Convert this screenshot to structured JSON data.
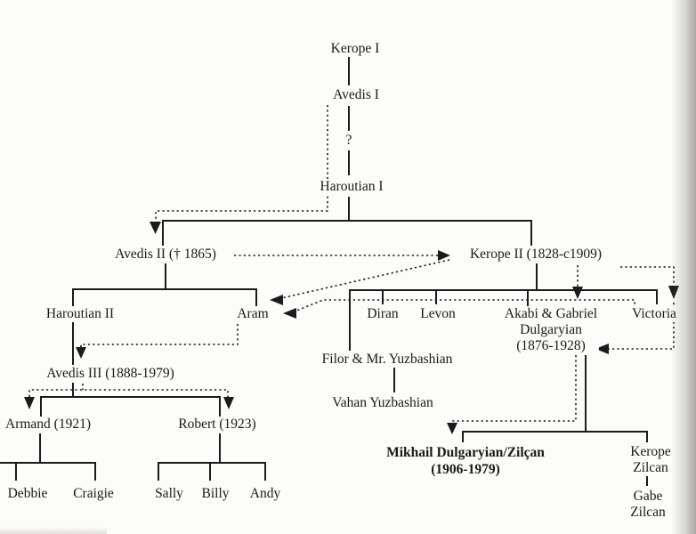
{
  "colors": {
    "ink": "#1b1b1b",
    "paper": "#fcfcfa",
    "scan_edge_gray": "#69605c"
  },
  "nodes": {
    "kerope1": {
      "label": "Kerope I"
    },
    "avedis1": {
      "label": "Avedis I"
    },
    "unknown": {
      "label": "?"
    },
    "haroutian1": {
      "label": "Haroutian I"
    },
    "avedis2": {
      "label": "Avedis II († 1865)"
    },
    "kerope2": {
      "label": "Kerope II (1828-c1909)"
    },
    "haroutian2": {
      "label": "Haroutian II"
    },
    "aram": {
      "label": "Aram"
    },
    "diran": {
      "label": "Diran"
    },
    "levon": {
      "label": "Levon"
    },
    "akabi": {
      "label": "Akabi & Gabriel\nDulgaryian\n(1876-1928)"
    },
    "victoria": {
      "label": "Victoria"
    },
    "avedis3": {
      "label": "Avedis III (1888-1979)"
    },
    "filor": {
      "label": "Filor & Mr. Yuzbashian"
    },
    "vahan": {
      "label": "Vahan Yuzbashian"
    },
    "armand": {
      "label": "Armand (1921)"
    },
    "robert": {
      "label": "Robert (1923)"
    },
    "debbie": {
      "label": "Debbie"
    },
    "craigie": {
      "label": "Craigie"
    },
    "sally": {
      "label": "Sally"
    },
    "billy": {
      "label": "Billy"
    },
    "andy": {
      "label": "Andy"
    },
    "mikhail": {
      "label": "Mikhail Dulgaryian/Zilçan\n(1906-1979)"
    },
    "kerope_zilcan": {
      "label": "Kerope Zilcan"
    },
    "gabe_zilcan": {
      "label": "Gabe Zilcan"
    }
  }
}
